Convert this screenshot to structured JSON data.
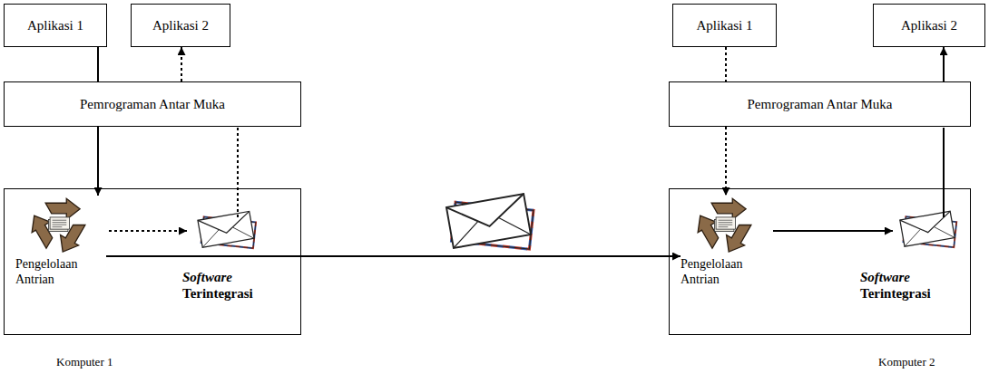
{
  "diagram": {
    "nodes": [
      {
        "text": [
          "Aplikasi 1"
        ]
      },
      {
        "text": [
          "Aplikasi 2"
        ]
      },
      {
        "text": [
          "Pemrograman Antar Muka"
        ]
      },
      {
        "text": [
          "Software Terintegrasi"
        ]
      },
      {
        "text": [
          "Pengelolaan Antrian"
        ],
        "in": 3
      },
      {
        "text": [
          "Aplikasi 1"
        ]
      },
      {
        "text": [
          "Aplikasi 2"
        ]
      },
      {
        "text": [
          "Pemrograman Antar Muka"
        ]
      },
      {
        "text": [
          "Software Terintegrasi"
        ]
      },
      {
        "text": [
          "Pengelolaan Antrian"
        ],
        "in": 8
      }
    ],
    "edges": [
      {
        "from": 0,
        "to": 2,
        "arrow": "none"
      },
      {
        "from": 2,
        "to": 4,
        "arrow": "to"
      },
      {
        "from": 2,
        "to": 1,
        "arrow": "to"
      },
      {
        "from": 4,
        "to": 9,
        "arrow": "to"
      },
      {
        "from": 5,
        "to": 7,
        "arrow": "none"
      },
      {
        "from": 7,
        "to": 9,
        "arrow": "to"
      },
      {
        "from": 7,
        "to": 6,
        "arrow": "to"
      }
    ],
    "labels": [
      "Komputer 1",
      "Komputer 2"
    ]
  }
}
